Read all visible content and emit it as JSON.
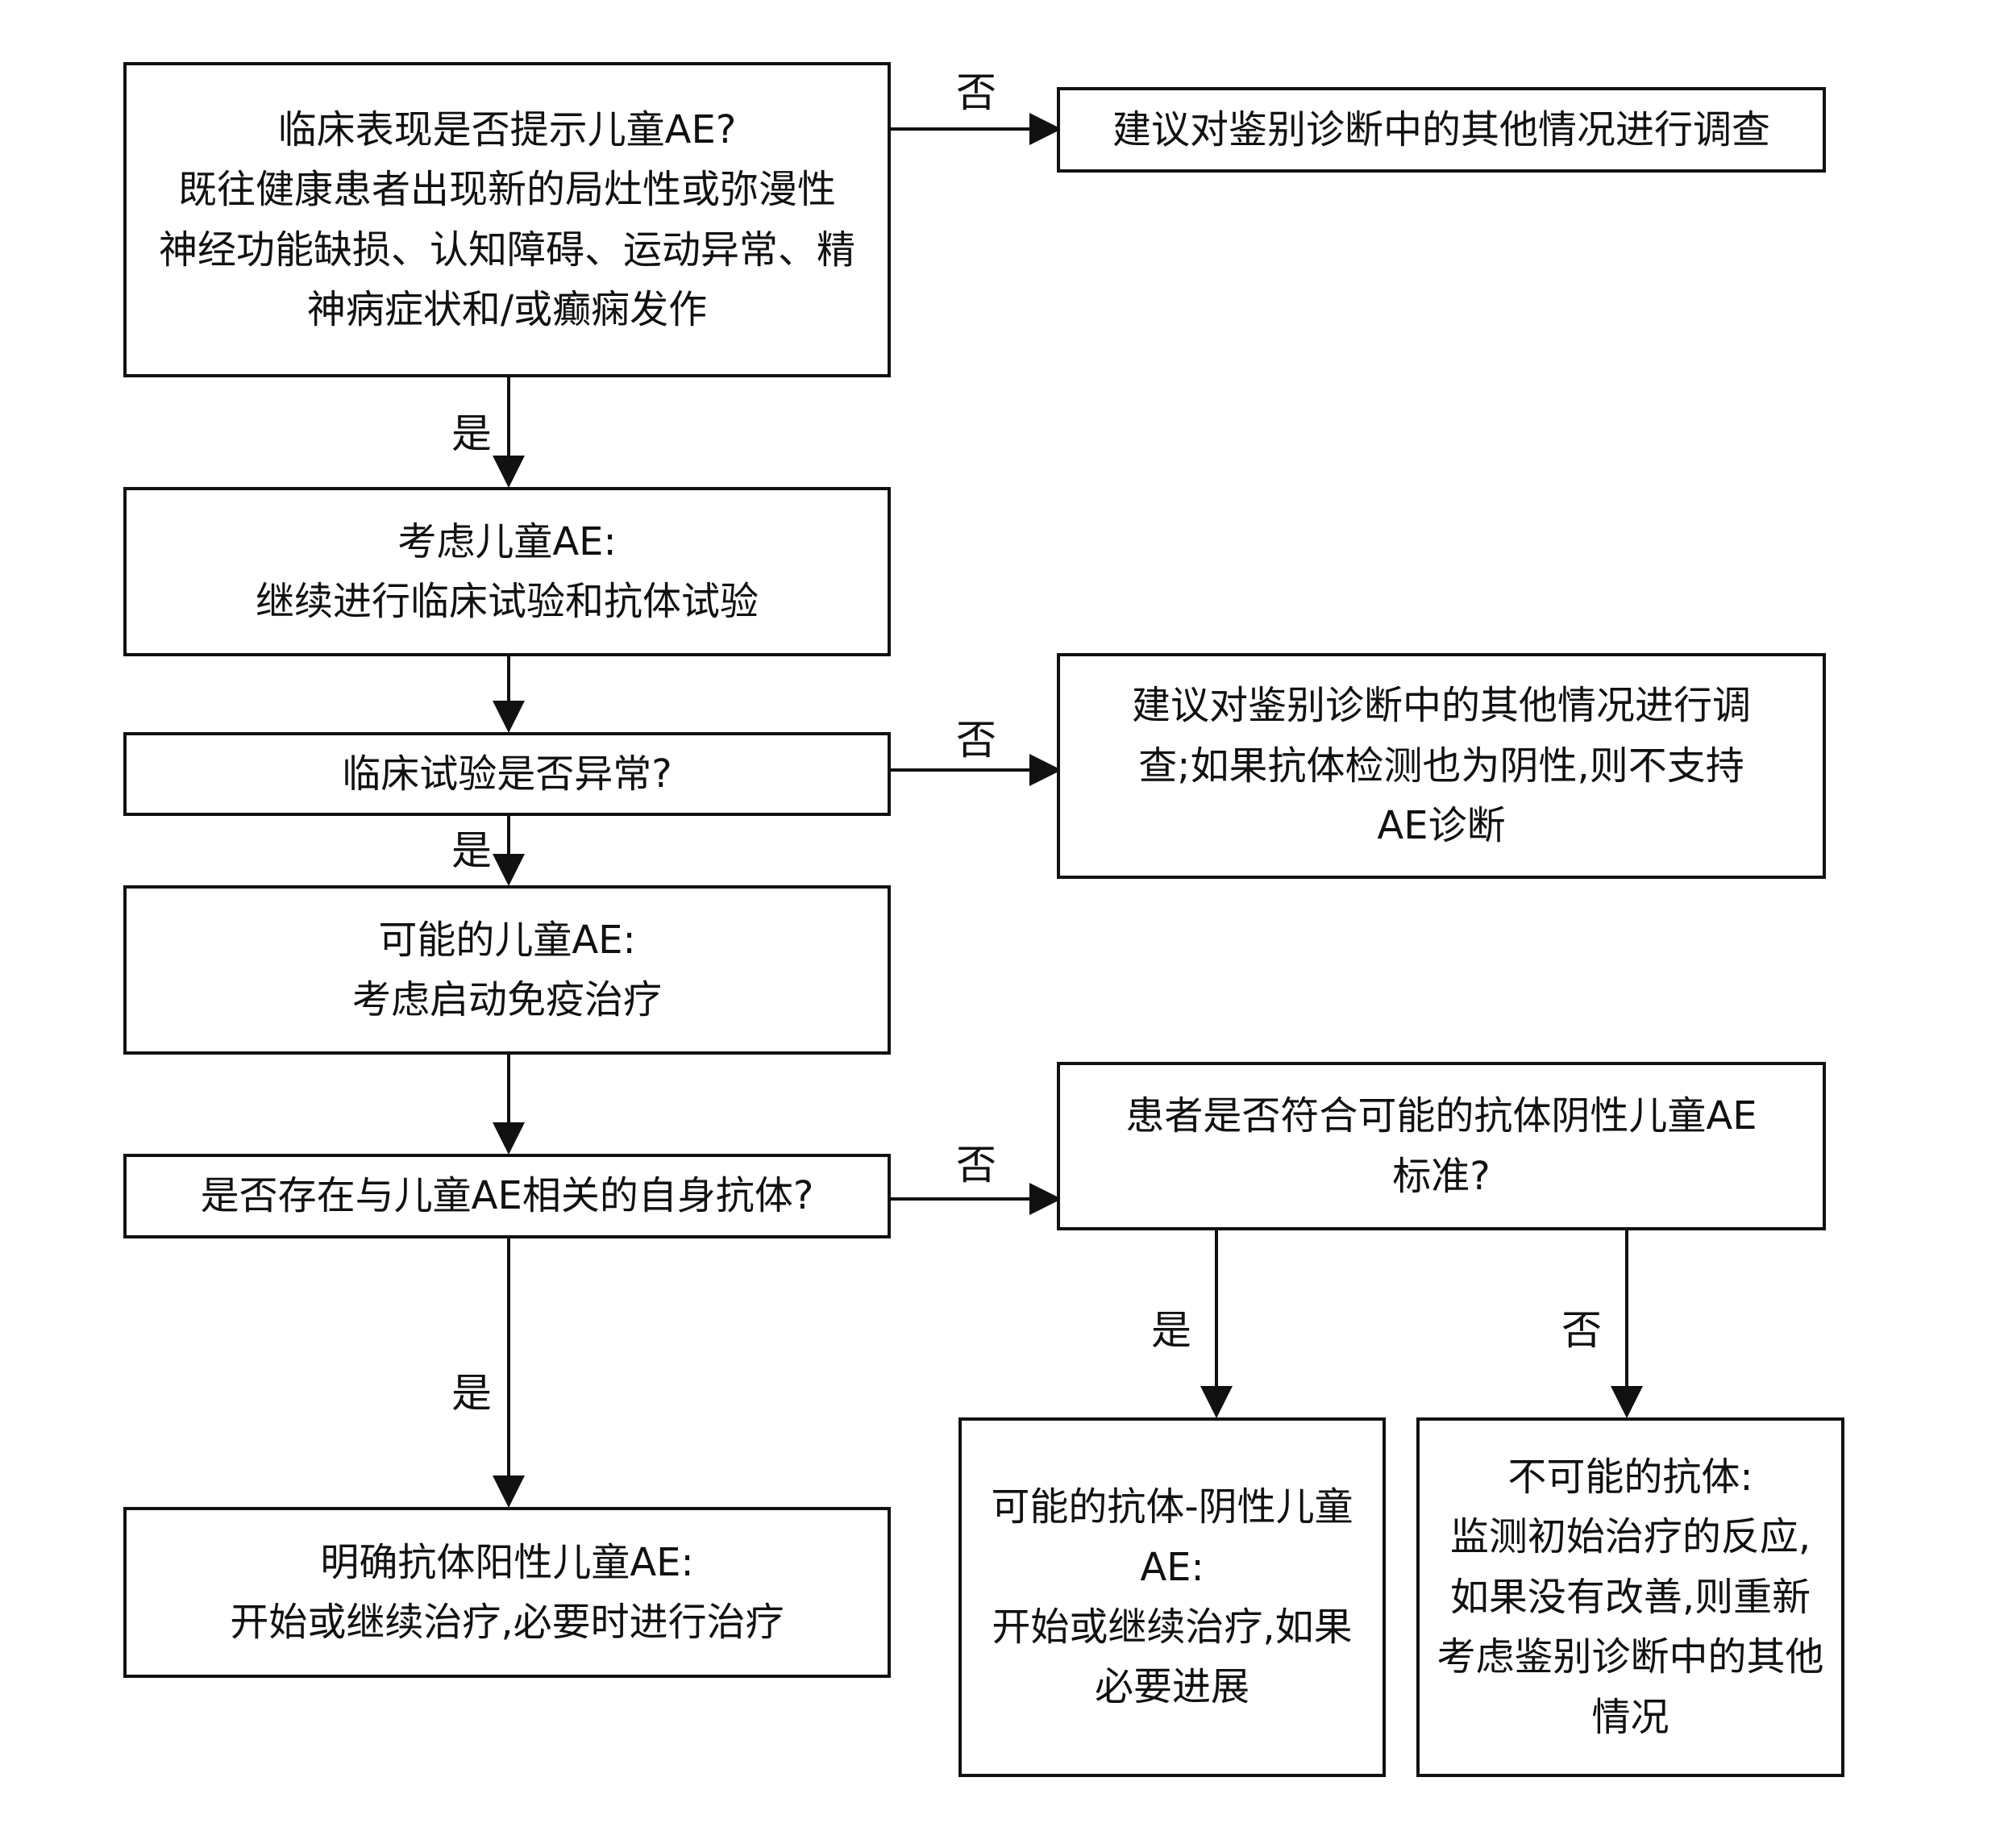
{
  "nodes": {
    "q1": "临床表现是否提示儿童AE?\n既往健康患者出现新的局灶性或弥漫性\n神经功能缺损、认知障碍、运动异常、精\n神病症状和/或癫痫发作",
    "r1": "建议对鉴别诊断中的其他情况进行调查",
    "consider": "考虑儿童AE:\n继续进行临床试验和抗体试验",
    "q2": "临床试验是否异常?",
    "r2": "建议对鉴别诊断中的其他情况进行调\n查;如果抗体检测也为阴性,则不支持\nAE诊断",
    "possible": "可能的儿童AE:\n考虑启动免疫治疗",
    "q3": "是否存在与儿童AE相关的自身抗体?",
    "q4": "患者是否符合可能的抗体阴性儿童AE\n标准?",
    "definite": "明确抗体阳性儿童AE:\n开始或继续治疗,必要时进行治疗",
    "abneg": "可能的抗体-阴性儿童\nAE:\n开始或继续治疗,如果\n必要进展",
    "unlikely": "不可能的抗体:\n监测初始治疗的反应,\n如果没有改善,则重新\n考虑鉴别诊断中的其他\n情况"
  },
  "labels": {
    "yes": "是",
    "no": "否"
  }
}
